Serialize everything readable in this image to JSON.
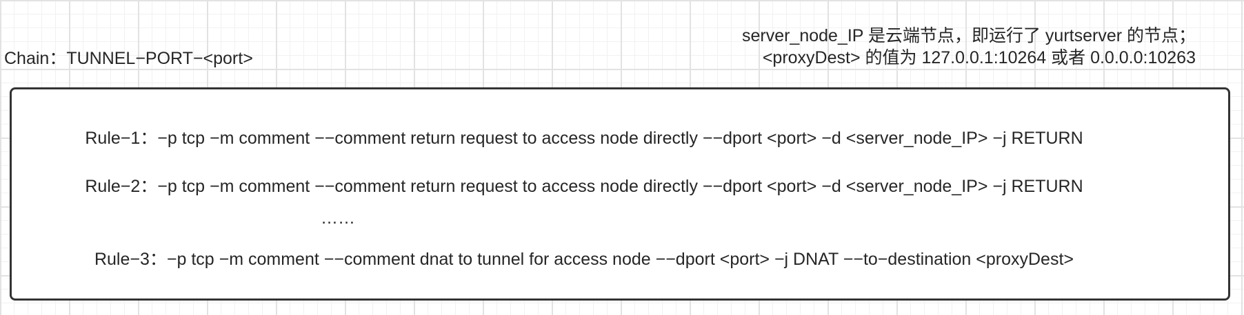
{
  "chain_label": "Chain：TUNNEL−PORT−<port>",
  "note": {
    "line1": "server_node_IP 是云端节点，即运行了 yurtserver 的节点；",
    "line2": "<proxyDest> 的值为 127.0.0.1:10264 或者 0.0.0.0:10263"
  },
  "rules": [
    "Rule−1：−p tcp −m comment −−comment return request to access node directly −−dport <port> −d <server_node_IP> −j RETURN",
    "Rule−2：−p tcp −m comment −−comment return request to access node directly −−dport <port> −d <server_node_IP> −j RETURN",
    "Rule−3：−p tcp −m comment −−comment dnat to tunnel for access node −−dport <port> −j DNAT −−to−destination <proxyDest>"
  ],
  "ellipsis": "……",
  "colors": {
    "text": "#262626",
    "box_border": "#333333",
    "grid_major": "#e2e2e2",
    "grid_minor": "#f1f1f1"
  }
}
